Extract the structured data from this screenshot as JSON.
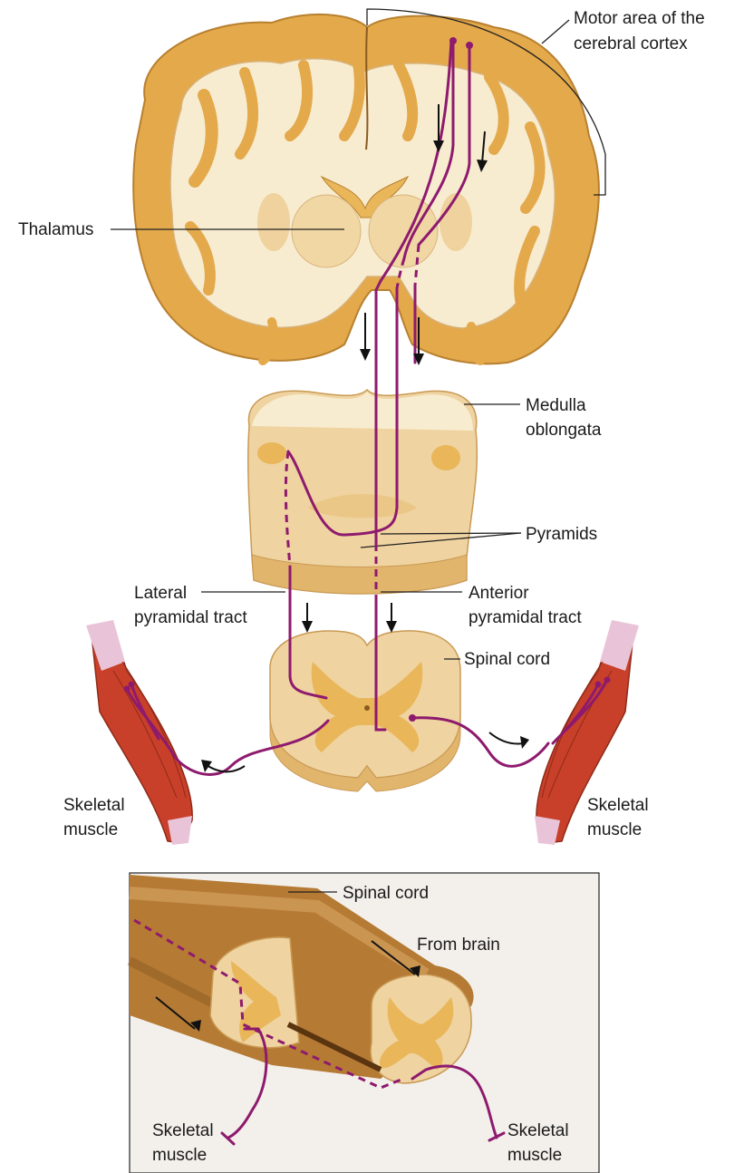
{
  "labels": {
    "motor_area": [
      "Motor area of the",
      "cerebral cortex"
    ],
    "thalamus": "Thalamus",
    "medulla": [
      "Medulla",
      "oblongata"
    ],
    "pyramids": "Pyramids",
    "lateral_tract": [
      "Lateral",
      "pyramidal tract"
    ],
    "anterior_tract": [
      "Anterior",
      "pyramidal tract"
    ],
    "spinal_cord_upper": "Spinal cord",
    "skeletal_left": [
      "Skeletal",
      "muscle"
    ],
    "skeletal_right": [
      "Skeletal",
      "muscle"
    ],
    "inset_spinal_cord": "Spinal cord",
    "inset_from_brain": "From brain",
    "inset_skeletal_left": [
      "Skeletal",
      "muscle"
    ],
    "inset_skeletal_right": [
      "Skeletal",
      "muscle"
    ]
  },
  "colors": {
    "tract": "#8e1a6e",
    "gray_matter": "#e9b65a",
    "white_matter": "#f8ecd0",
    "cortex": "#e3a94b",
    "muscle": "#c8402a",
    "cord_outer": "#b57a34"
  }
}
